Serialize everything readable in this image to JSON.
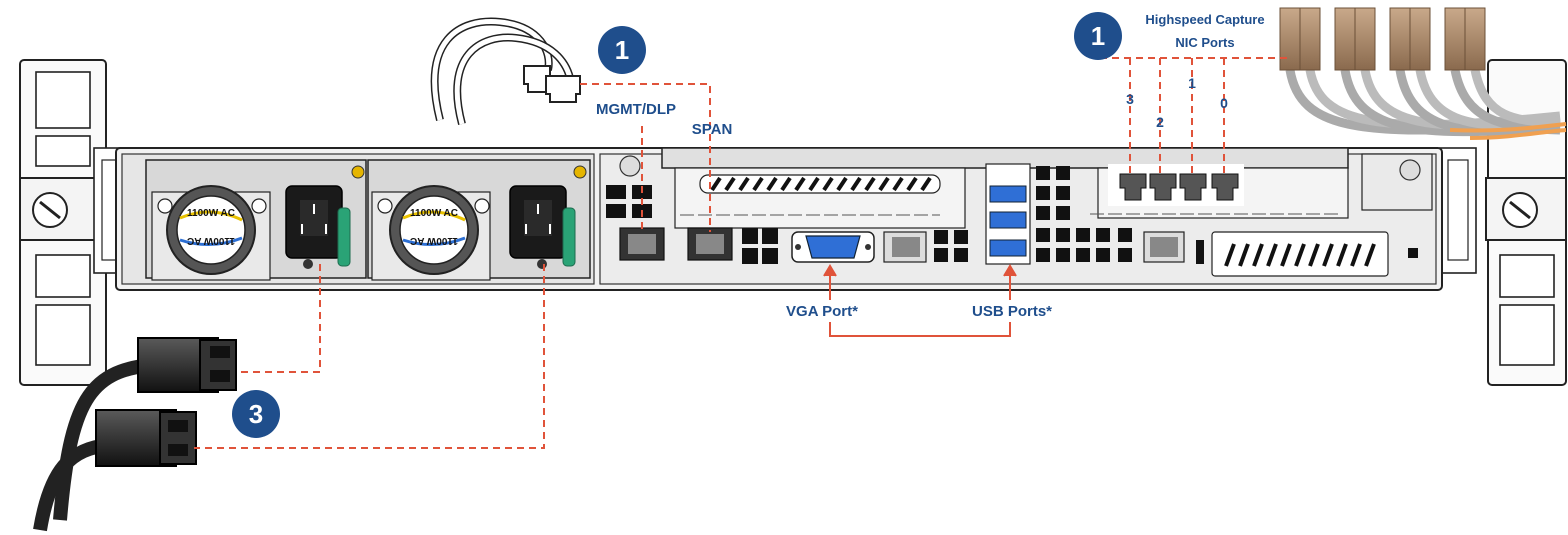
{
  "callouts": {
    "management": {
      "number": "1",
      "mgmt_label": "MGMT/DLP",
      "span_label": "SPAN"
    },
    "capture": {
      "number": "1",
      "title_line1": "Highspeed Capture",
      "title_line2": "NIC Ports",
      "ports": [
        "3",
        "2",
        "1",
        "0"
      ]
    },
    "power": {
      "number": "3"
    }
  },
  "port_labels": {
    "vga": "VGA Port*",
    "usb": "USB Ports*"
  },
  "psu": {
    "rating": "1100W AC"
  },
  "colors": {
    "badge": "#1f4e8c",
    "leader": "#e0533a",
    "label": "#1f4e8c",
    "usb": "#2f6fd6"
  }
}
